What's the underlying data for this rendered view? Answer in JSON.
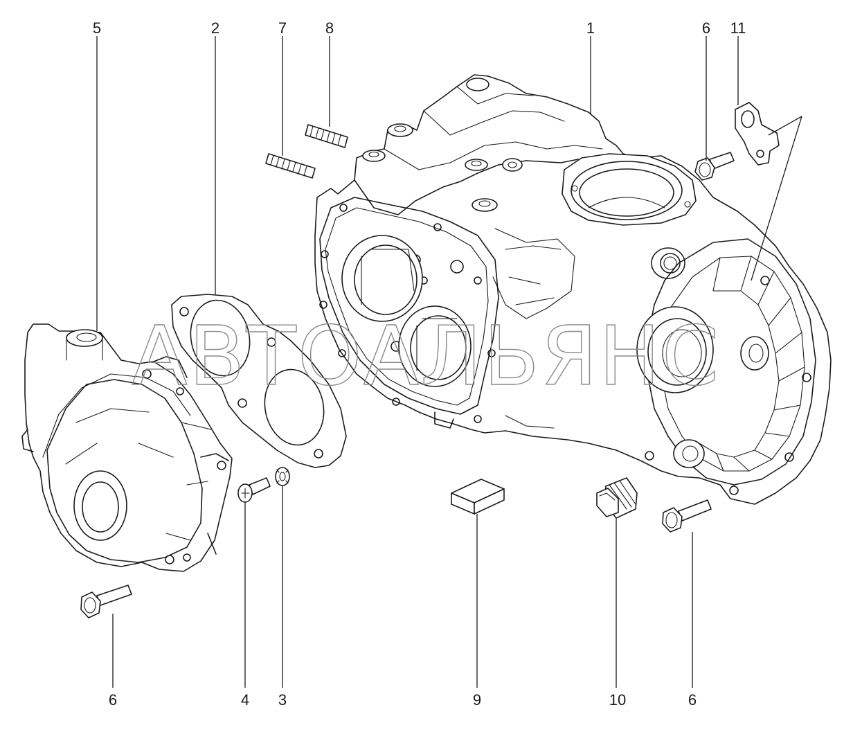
{
  "watermark": "АВТОАЛЬЯНС",
  "callouts": [
    {
      "id": "5",
      "label": "5"
    },
    {
      "id": "2",
      "label": "2"
    },
    {
      "id": "7",
      "label": "7"
    },
    {
      "id": "8",
      "label": "8"
    },
    {
      "id": "1",
      "label": "1"
    },
    {
      "id": "6a",
      "label": "6"
    },
    {
      "id": "11",
      "label": "11"
    },
    {
      "id": "6b",
      "label": "6"
    },
    {
      "id": "4",
      "label": "4"
    },
    {
      "id": "3",
      "label": "3"
    },
    {
      "id": "9",
      "label": "9"
    },
    {
      "id": "10",
      "label": "10"
    },
    {
      "id": "6c",
      "label": "6"
    }
  ],
  "parts": [
    {
      "id": "1",
      "name": "gearbox-housing"
    },
    {
      "id": "2",
      "name": "gasket"
    },
    {
      "id": "3",
      "name": "lock-washer"
    },
    {
      "id": "4",
      "name": "screw"
    },
    {
      "id": "5",
      "name": "rear-cover"
    },
    {
      "id": "6",
      "name": "flange-bolt"
    },
    {
      "id": "7",
      "name": "long-stud"
    },
    {
      "id": "8",
      "name": "short-stud"
    },
    {
      "id": "9",
      "name": "magnet"
    },
    {
      "id": "10",
      "name": "drain-plug"
    },
    {
      "id": "11",
      "name": "bracket"
    }
  ],
  "colors": {
    "line": "#1a1a1a",
    "background": "#ffffff",
    "watermark": "#8a8a8a"
  }
}
